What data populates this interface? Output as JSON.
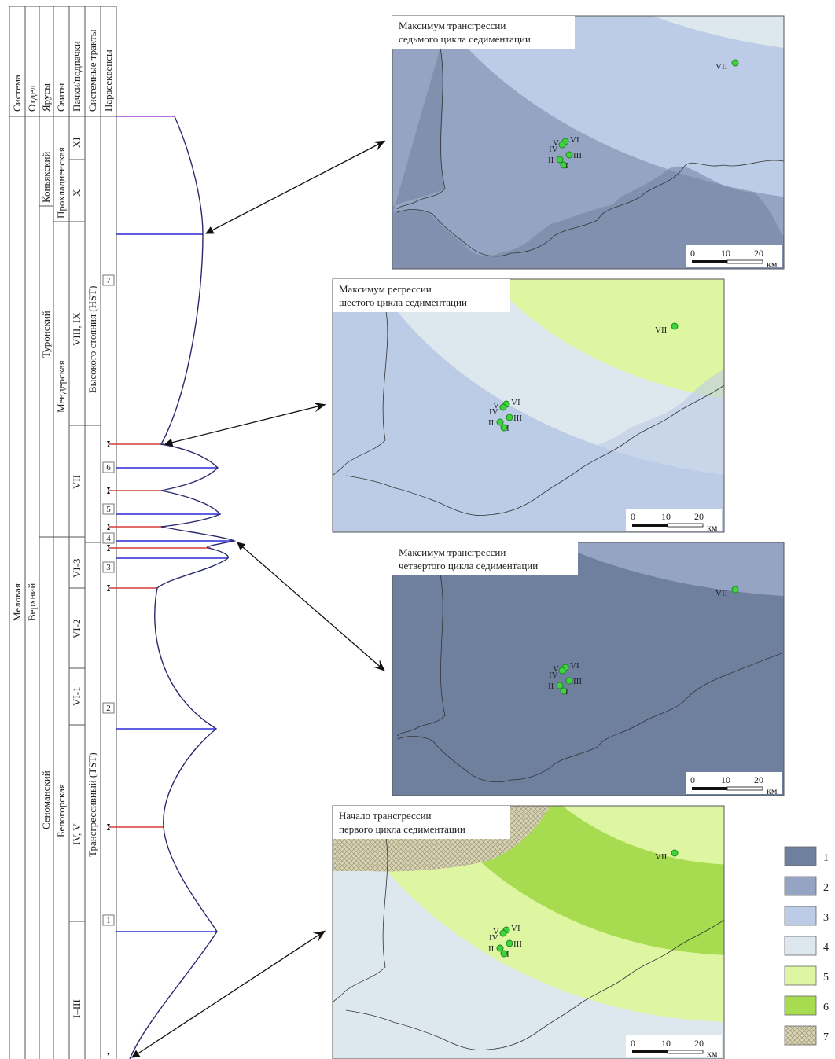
{
  "column_headers": {
    "system": "Система",
    "series": "Отдел",
    "stages": "Ярусы",
    "formations": "Свиты",
    "members": "Пачки/подпачки",
    "system_tracts": "Системные тракты",
    "parasequences": "Парасеквенсы"
  },
  "system": {
    "name": "Меловая"
  },
  "series": {
    "name": "Верхний"
  },
  "stages": {
    "coniacian": "Коньякский",
    "turonian": "Туронский",
    "cenomanian": "Сеноманский"
  },
  "formations": {
    "prokhladnenskaya": "Прохладненская",
    "menderskaya": "Мендерская",
    "belogorskaya": "Белогорская"
  },
  "members": {
    "xi": "XI",
    "x": "X",
    "viii_ix": "VIII, IX",
    "vii": "VII",
    "vi3": "VI-3",
    "vi2": "VI-2",
    "vi1": "VI-1",
    "iv_v": "IV, V",
    "i_iii": "I–III"
  },
  "tracts": {
    "hst": "Высокого стояния (HST)",
    "tst": "Трансгрессивный (TST)"
  },
  "parasequences": [
    "1",
    "2",
    "3",
    "4",
    "5",
    "6",
    "7"
  ],
  "maps": [
    {
      "title_line1": "Максимум трансгрессии",
      "title_line2": "седьмого цикла седиментации",
      "scale": {
        "zero": "0",
        "ten": "10",
        "twenty": "20",
        "unit": "км"
      }
    },
    {
      "title_line1": "Максимум регрессии",
      "title_line2": "шестого цикла седиментации",
      "scale": {
        "zero": "0",
        "ten": "10",
        "twenty": "20",
        "unit": "км"
      }
    },
    {
      "title_line1": "Максимум трансгрессии",
      "title_line2": "четвертого цикла седиментации",
      "scale": {
        "zero": "0",
        "ten": "10",
        "twenty": "20",
        "unit": "км"
      }
    },
    {
      "title_line1": "Начало трансгрессии",
      "title_line2": "первого цикла седиментации",
      "scale": {
        "zero": "0",
        "ten": "10",
        "twenty": "20",
        "unit": "км"
      }
    }
  ],
  "wells": {
    "i": "I",
    "ii": "II",
    "iii": "III",
    "iv": "IV",
    "v": "V",
    "vi": "VI",
    "vii": "VII"
  },
  "legend": [
    {
      "label": "1",
      "color": "#6f7f9e"
    },
    {
      "label": "2",
      "color": "#95a4c2"
    },
    {
      "label": "3",
      "color": "#bccbe6"
    },
    {
      "label": "4",
      "color": "#dde7ee"
    },
    {
      "label": "5",
      "color": "#def6a2"
    },
    {
      "label": "6",
      "color": "#a8dc50"
    },
    {
      "label": "7",
      "color": "#d6d2b0"
    }
  ],
  "colors": {
    "boundary_blue": "#2a2ad6",
    "boundary_red": "#d63b3b",
    "boundary_purple": "#a040d0",
    "curve": "#2a2a6e",
    "well": "#3fd23f"
  }
}
